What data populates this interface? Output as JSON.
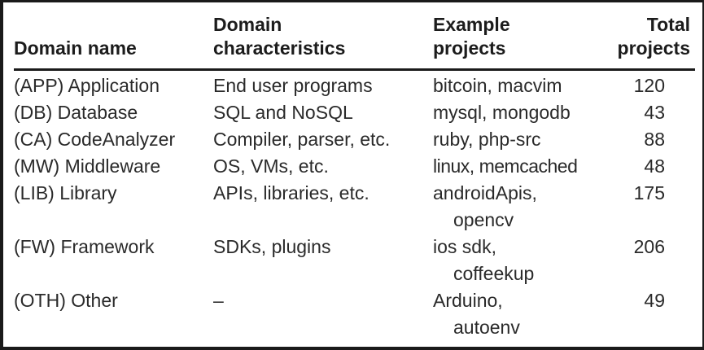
{
  "table": {
    "headers": [
      {
        "line1": "",
        "line2": "Domain name"
      },
      {
        "line1": "Domain",
        "line2": "characteristics"
      },
      {
        "line1": "Example",
        "line2": "projects"
      },
      {
        "line1": "Total",
        "line2": "projects"
      }
    ],
    "rows": [
      {
        "domain": "(APP) Application",
        "characteristics": "End user programs",
        "examples": [
          "bitcoin, macvim"
        ],
        "total": "120"
      },
      {
        "domain": "(DB) Database",
        "characteristics": "SQL and NoSQL",
        "examples": [
          "mysql, mongodb"
        ],
        "total": "43"
      },
      {
        "domain": "(CA) CodeAnalyzer",
        "characteristics": "Compiler, parser, etc.",
        "examples": [
          "ruby, php-src"
        ],
        "total": "88"
      },
      {
        "domain": "(MW) Middleware",
        "characteristics": "OS, VMs, etc.",
        "examples": [
          "linux, memcached"
        ],
        "total": "48"
      },
      {
        "domain": "(LIB) Library",
        "characteristics": "APIs, libraries, etc.",
        "examples": [
          "androidApis,",
          "opencv"
        ],
        "total": "175"
      },
      {
        "domain": "(FW) Framework",
        "characteristics": "SDKs, plugins",
        "examples": [
          "ios sdk,",
          "coffeekup"
        ],
        "total": "206"
      },
      {
        "domain": "(OTH) Other",
        "characteristics": "–",
        "examples": [
          "Arduino,",
          "autoenv"
        ],
        "total": "49"
      }
    ]
  }
}
